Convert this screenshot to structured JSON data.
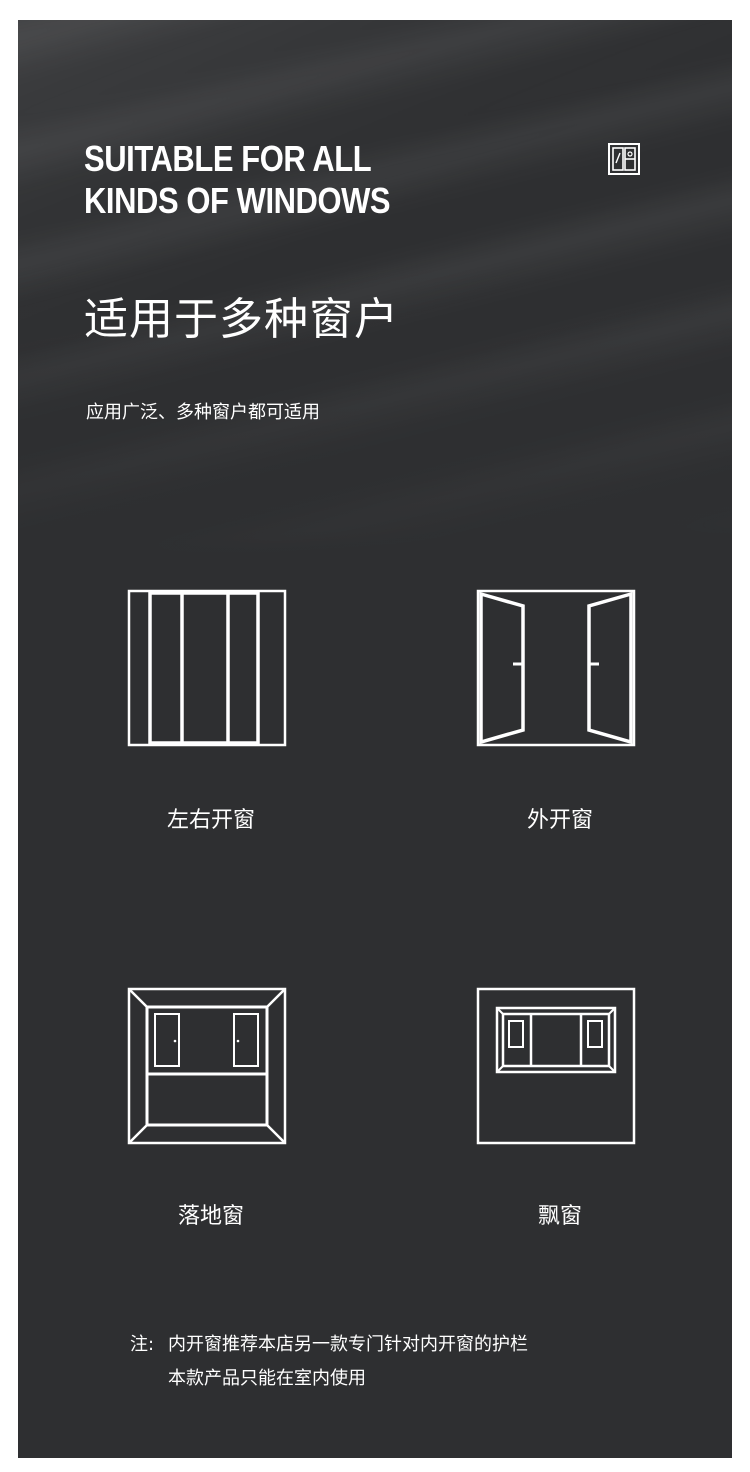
{
  "heading": {
    "en_line1": "SUITABLE FOR ALL",
    "en_line2": "KINDS OF WINDOWS",
    "zh": "适用于多种窗户",
    "subtitle": "应用广泛、多种窗户都可适用"
  },
  "icons": {
    "logo": "window-logo-icon"
  },
  "window_types": [
    {
      "label": "左右开窗",
      "icon": "sliding-window-icon"
    },
    {
      "label": "外开窗",
      "icon": "casement-window-icon"
    },
    {
      "label": "落地窗",
      "icon": "floor-window-icon"
    },
    {
      "label": "飘窗",
      "icon": "bay-window-icon"
    }
  ],
  "note": {
    "prefix": "注:",
    "line1": "内开窗推荐本店另一款专门针对内开窗的护栏",
    "line2": "本款产品只能在室内使用"
  },
  "colors": {
    "background": "#2e2f31",
    "foreground": "#ffffff"
  }
}
